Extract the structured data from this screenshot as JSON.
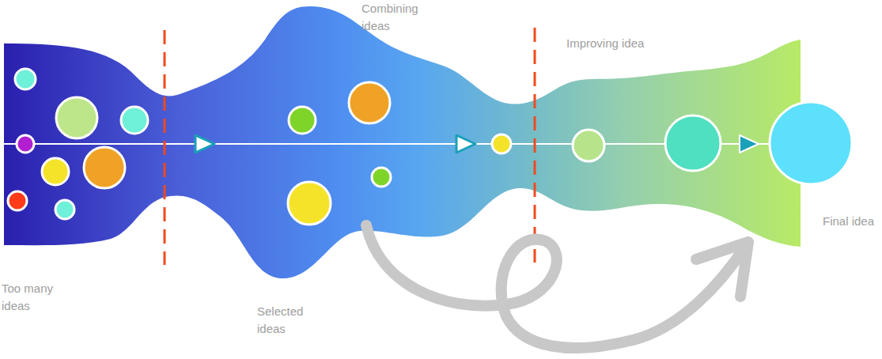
{
  "diagram": {
    "labels": [
      "Too many ideas",
      "Selected ideas",
      "Combining ideas",
      "Improving idea",
      "Final idea"
    ]
  }
}
